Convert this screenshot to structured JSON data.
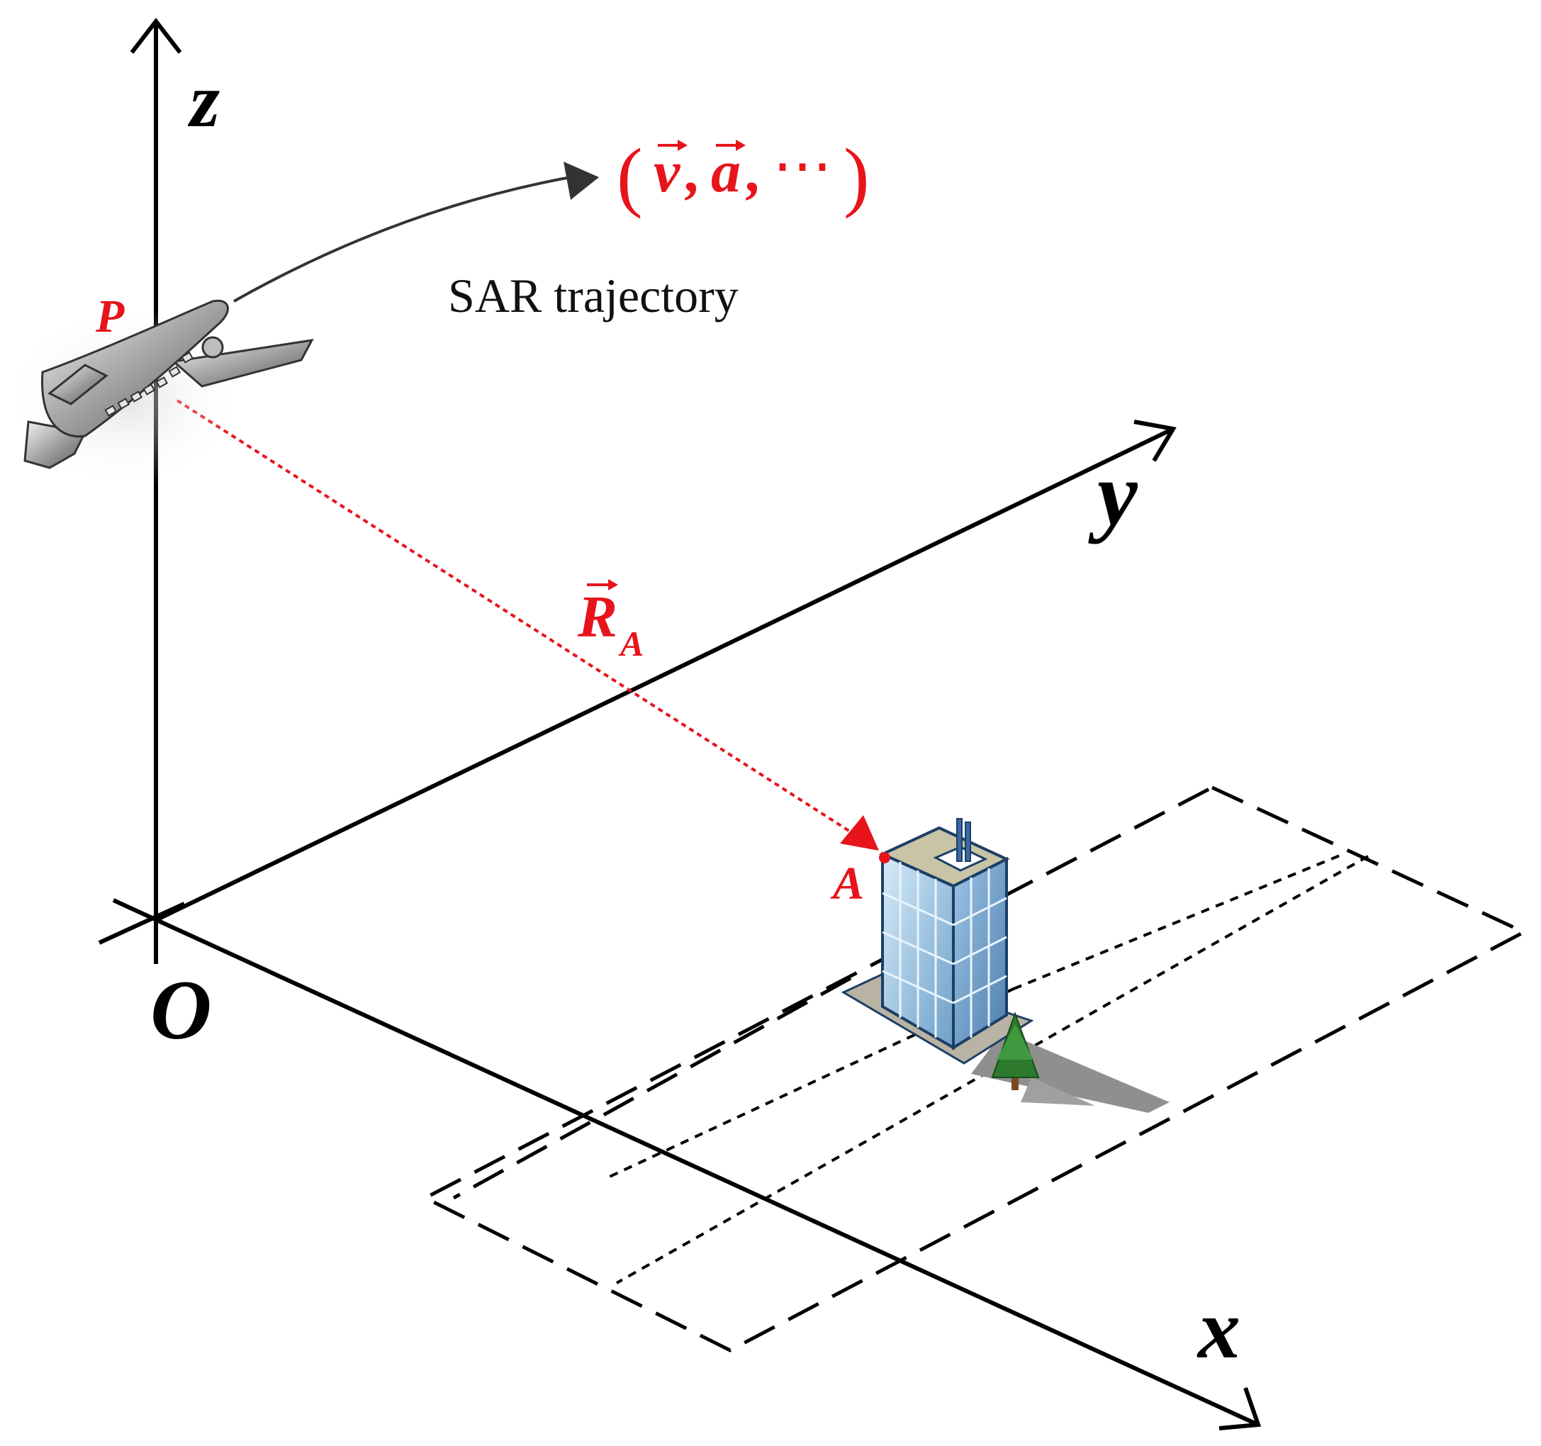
{
  "axes": {
    "z": "z",
    "y": "y",
    "x": "x",
    "origin": "O"
  },
  "labels": {
    "platform": "P",
    "target": "A",
    "range_vector_base": "R",
    "range_vector_sub": "A",
    "motion_open": "(",
    "motion_v": "v",
    "motion_sep1": ",",
    "motion_a": "a",
    "motion_sep2": ",",
    "motion_dots": "⋯",
    "motion_close": ")",
    "trajectory": "SAR trajectory"
  },
  "colors": {
    "accent": "#e8141c",
    "axis": "#000000",
    "arc": "#333333"
  },
  "icons": {
    "platform": "airplane-icon",
    "target": "building-icon",
    "tree": "tree-icon"
  }
}
